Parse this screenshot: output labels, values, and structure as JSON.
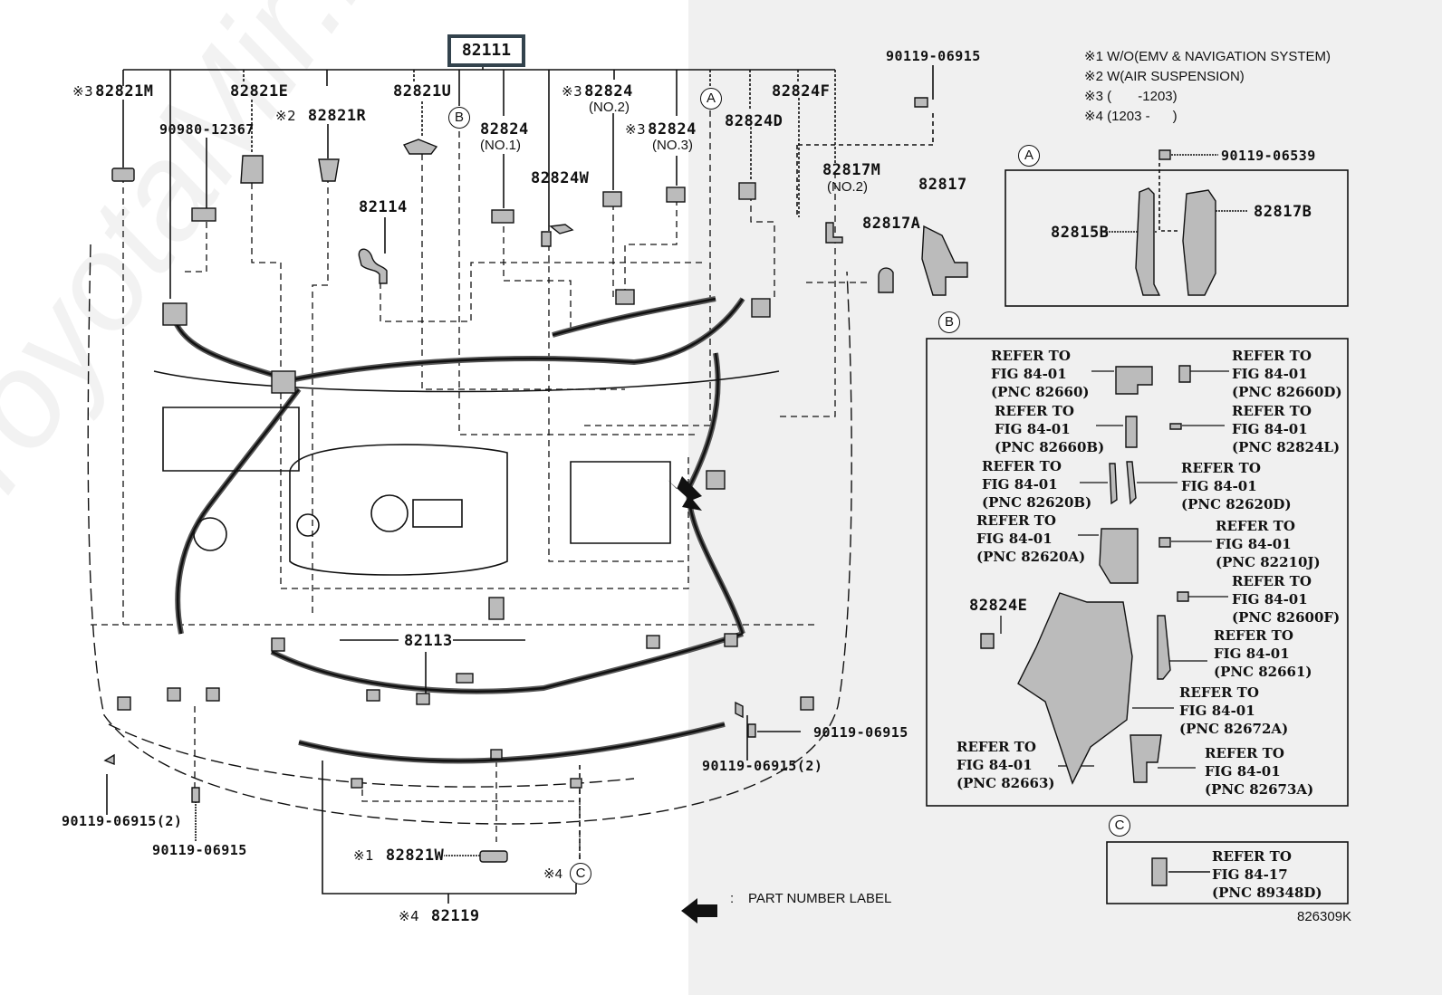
{
  "diagram": {
    "main_assembly": "82111",
    "drawing_number": "826309K",
    "watermark": "ToyotaMir.ru",
    "colors": {
      "left_background": "#ffffff",
      "right_background": "#f0f0f0",
      "title_box_border": "#33434d",
      "ink": "#111111"
    }
  },
  "notes": [
    {
      "mark": "※1",
      "text": "W/O(EMV & NAVIGATION SYSTEM)"
    },
    {
      "mark": "※2",
      "text": "W(AIR SUSPENSION)"
    },
    {
      "mark": "※3",
      "text": "(       -1203)"
    },
    {
      "mark": "※4",
      "text": "(1203 -      )"
    }
  ],
  "parts": {
    "p82821M": {
      "mark": "※3",
      "number": "82821M"
    },
    "p90980": {
      "number": "90980-12367"
    },
    "p82821E": {
      "number": "82821E"
    },
    "p82821R": {
      "mark": "※2",
      "number": "82821R"
    },
    "p82821U": {
      "number": "82821U"
    },
    "p82824_1": {
      "number": "82824",
      "sub": "(NO.1)"
    },
    "p82824_2": {
      "mark": "※3",
      "number": "82824",
      "sub": "(NO.2)"
    },
    "p82824_3": {
      "mark": "※3",
      "number": "82824",
      "sub": "(NO.3)"
    },
    "p82824W": {
      "number": "82824W"
    },
    "p82824D": {
      "number": "82824D"
    },
    "p82824F": {
      "number": "82824F"
    },
    "p82114": {
      "number": "82114"
    },
    "p82817M": {
      "number": "82817M",
      "sub": "(NO.2)"
    },
    "p82817": {
      "number": "82817"
    },
    "p82817A": {
      "number": "82817A"
    },
    "p82113": {
      "number": "82113"
    },
    "p82821W": {
      "mark": "※1",
      "number": "82821W"
    },
    "p82119": {
      "mark": "※4",
      "number": "82119"
    },
    "bolt_top": {
      "number": "90119-06915"
    },
    "bolt_right1": {
      "number": "90119-06915"
    },
    "bolt_right2": {
      "number": "90119-06915(2)"
    },
    "bolt_left1": {
      "number": "90119-06915(2)"
    },
    "bolt_left2": {
      "number": "90119-06915"
    },
    "c_mark": {
      "mark": "※4"
    }
  },
  "callouts": {
    "a": "A",
    "b": "B",
    "c": "C"
  },
  "detail_a": {
    "label": "A",
    "bolt": "90119-06539",
    "left_part": "82815B",
    "right_part": "82817B"
  },
  "detail_b": {
    "label": "B",
    "part_82824E": "82824E",
    "refs": [
      {
        "line1": "REFER TO",
        "line2": "FIG 84-01",
        "line3": "(PNC 82660)"
      },
      {
        "line1": "REFER TO",
        "line2": "FIG 84-01",
        "line3": "(PNC 82660D)"
      },
      {
        "line1": "REFER TO",
        "line2": "FIG 84-01",
        "line3": "(PNC 82660B)"
      },
      {
        "line1": "REFER TO",
        "line2": "FIG 84-01",
        "line3": "(PNC 82824L)"
      },
      {
        "line1": "REFER TO",
        "line2": "FIG 84-01",
        "line3": "(PNC 82620B)"
      },
      {
        "line1": "REFER TO",
        "line2": "FIG 84-01",
        "line3": "(PNC 82620D)"
      },
      {
        "line1": "REFER TO",
        "line2": "FIG 84-01",
        "line3": "(PNC 82620A)"
      },
      {
        "line1": "REFER TO",
        "line2": "FIG 84-01",
        "line3": "(PNC 82210J)"
      },
      {
        "line1": "REFER TO",
        "line2": "FIG 84-01",
        "line3": "(PNC 82600F)"
      },
      {
        "line1": "REFER TO",
        "line2": "FIG 84-01",
        "line3": "(PNC 82661)"
      },
      {
        "line1": "REFER TO",
        "line2": "FIG 84-01",
        "line3": "(PNC 82672A)"
      },
      {
        "line1": "REFER TO",
        "line2": "FIG 84-01",
        "line3": "(PNC 82663)"
      },
      {
        "line1": "REFER TO",
        "line2": "FIG 84-01",
        "line3": "(PNC 82673A)"
      }
    ]
  },
  "detail_c": {
    "label": "C",
    "ref": {
      "line1": "REFER TO",
      "line2": "FIG 84-17",
      "line3": "(PNC 89348D)"
    }
  },
  "legend": {
    "separator": ":",
    "text": "PART NUMBER LABEL"
  }
}
